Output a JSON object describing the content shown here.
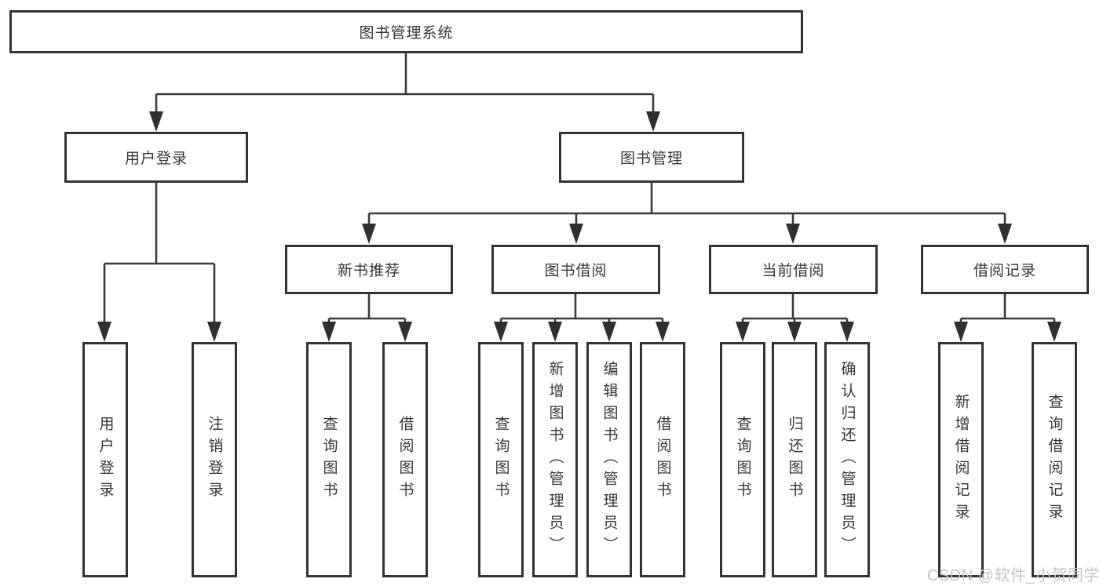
{
  "tree": {
    "label": "图书管理系统",
    "children": [
      {
        "label": "用户登录",
        "children": [
          {
            "label": "用户登录"
          },
          {
            "label": "注销登录"
          }
        ]
      },
      {
        "label": "图书管理",
        "children": [
          {
            "label": "新书推荐",
            "children": [
              {
                "label": "查询图书"
              },
              {
                "label": "借阅图书"
              }
            ]
          },
          {
            "label": "图书借阅",
            "children": [
              {
                "label": "查询图书"
              },
              {
                "label": "新增图书（管理员）"
              },
              {
                "label": "编辑图书（管理员）"
              },
              {
                "label": "借阅图书"
              }
            ]
          },
          {
            "label": "当前借阅",
            "children": [
              {
                "label": "查询图书"
              },
              {
                "label": "归还图书"
              },
              {
                "label": "确认归还（管理员）"
              }
            ]
          },
          {
            "label": "借阅记录",
            "children": [
              {
                "label": "新增借阅记录"
              },
              {
                "label": "查询借阅记录"
              }
            ]
          }
        ]
      }
    ]
  },
  "watermark": "CSDN @软件_小贺同学",
  "colors": {
    "background": "#ffffff",
    "box_border": "#333333",
    "connector_line": "#3a3a3a",
    "arrow_fill": "#2f2f2f",
    "text": "#363636",
    "watermark_text": "#c3c3c5"
  }
}
